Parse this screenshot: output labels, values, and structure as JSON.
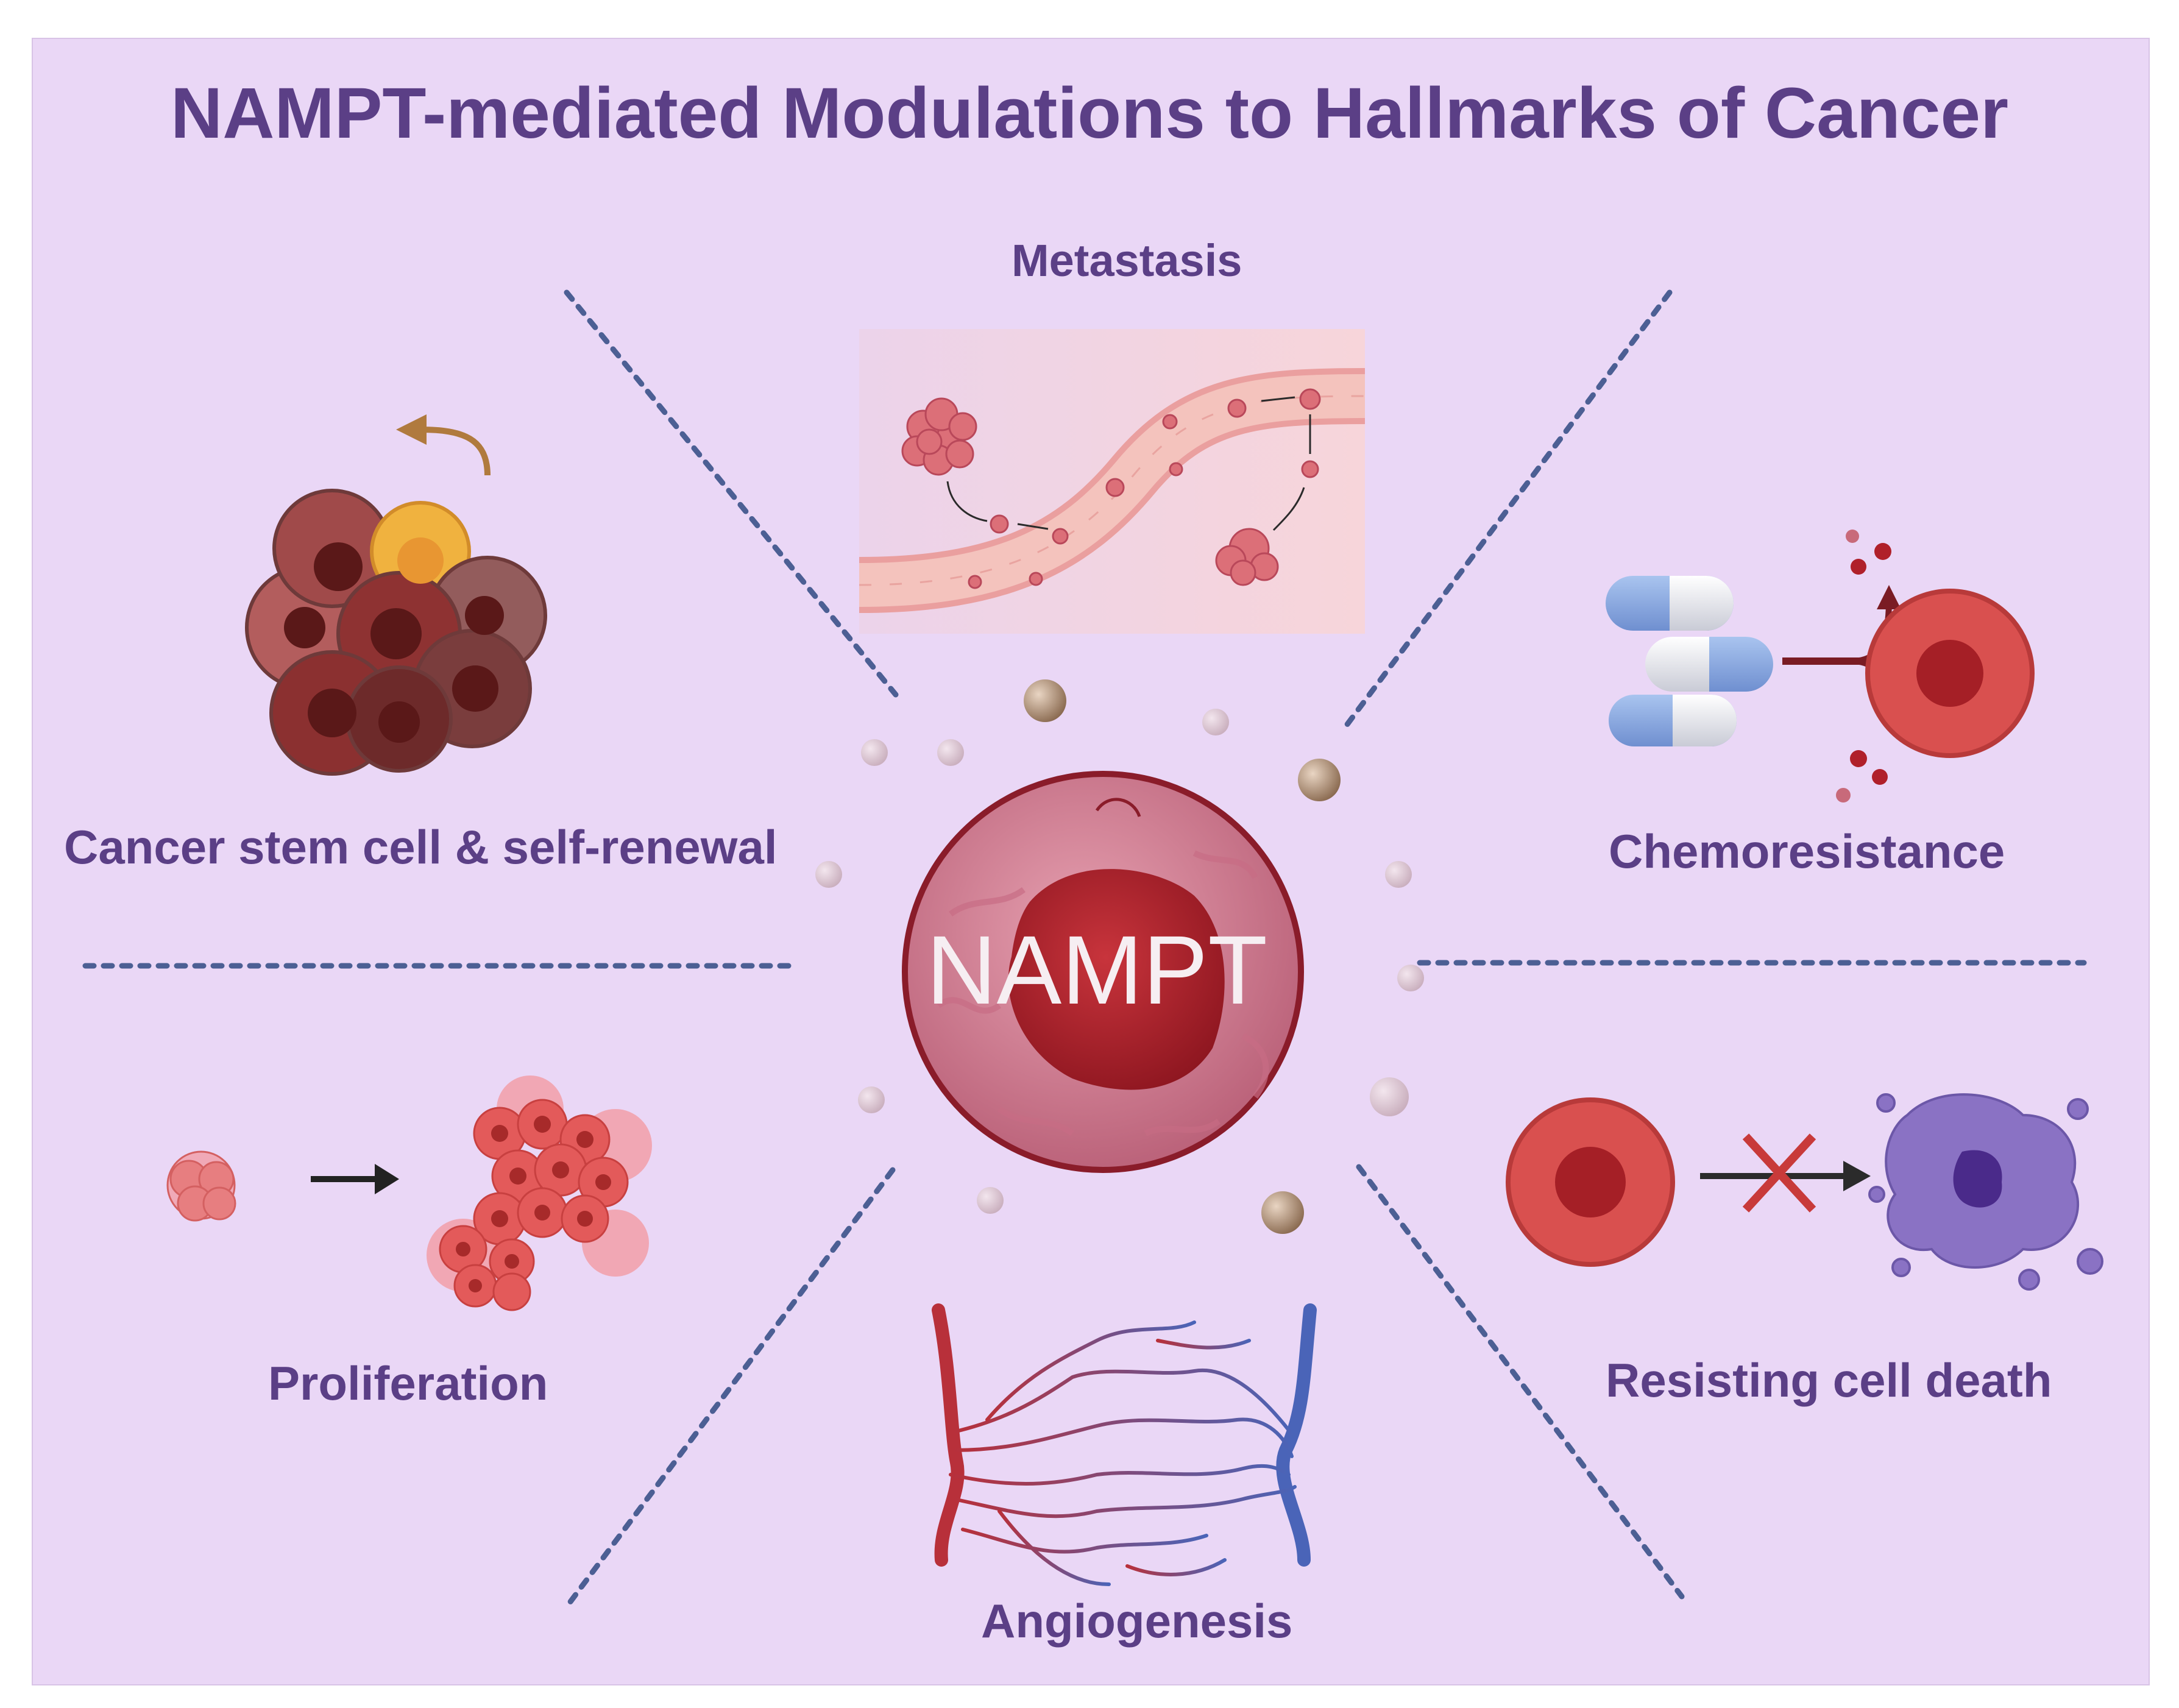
{
  "title": "NAMPT-mediated Modulations to Hallmarks of Cancer",
  "center": {
    "label": "NAMPT"
  },
  "hallmarks": {
    "metastasis": "Metastasis",
    "cancer_stem_cell": "Cancer stem cell & self-renewal",
    "chemoresistance": "Chemoresistance",
    "proliferation": "Proliferation",
    "angiogenesis": "Angiogenesis",
    "resisting_cell_death": "Resisting cell death"
  },
  "colors": {
    "background": "#ead7f6",
    "text": "#5b3f86",
    "divider": "#4c5f94",
    "cell_red": "#d9504f",
    "nucleus": "#9c1c24",
    "artery": "#b8303a",
    "vein": "#4a64b8"
  }
}
